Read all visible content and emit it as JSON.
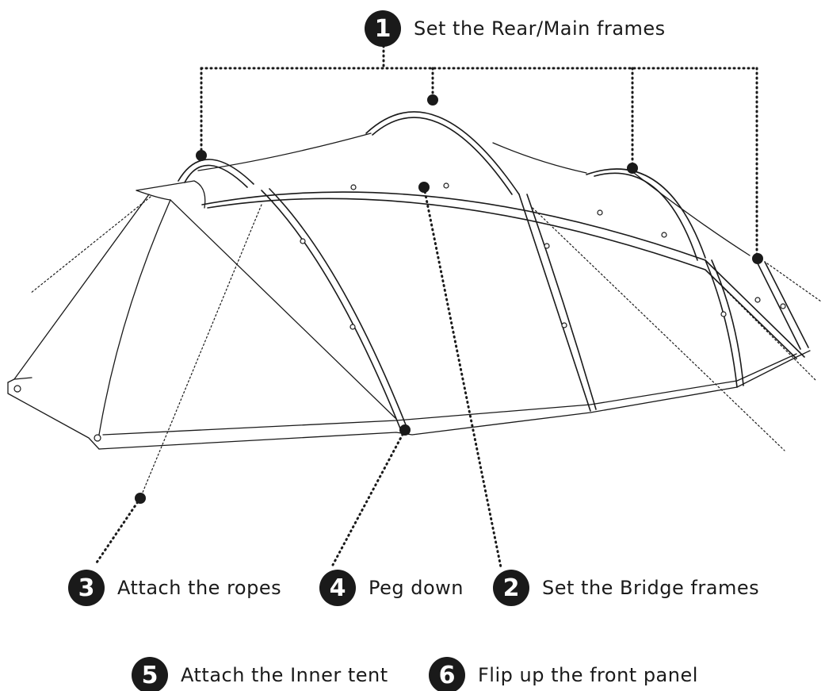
{
  "steps": [
    {
      "number": "1",
      "text": "Set the Rear/Main frames"
    },
    {
      "number": "2",
      "text": "Set the Bridge frames"
    },
    {
      "number": "3",
      "text": "Attach the ropes"
    },
    {
      "number": "4",
      "text": "Peg down"
    },
    {
      "number": "5",
      "text": "Attach the Inner tent"
    },
    {
      "number": "6",
      "text": "Flip up the front panel"
    }
  ],
  "colors": {
    "ink": "#1a1a1a",
    "badge_text": "#ffffff",
    "background": "#ffffff"
  }
}
